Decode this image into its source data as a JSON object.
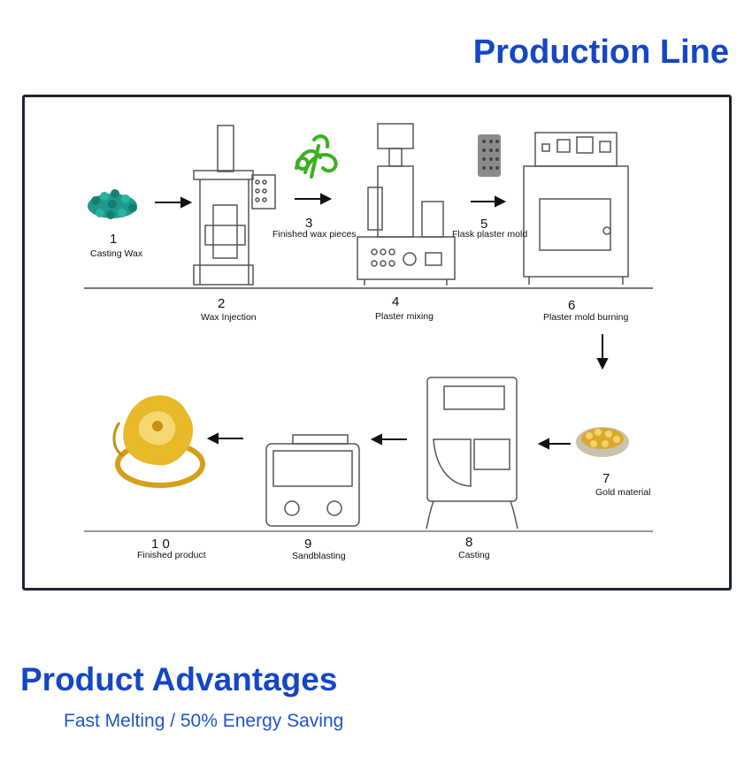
{
  "header": {
    "title": "Production Line"
  },
  "steps": [
    {
      "num": "1",
      "label": "Casting Wax"
    },
    {
      "num": "2",
      "label": "Wax Injection"
    },
    {
      "num": "3",
      "label": "Finished wax pieces"
    },
    {
      "num": "4",
      "label": "Plaster mixing"
    },
    {
      "num": "5",
      "label": "Flask plaster mold"
    },
    {
      "num": "6",
      "label": "Plaster mold burning"
    },
    {
      "num": "7",
      "label": "Gold material"
    },
    {
      "num": "8",
      "label": "Casting"
    },
    {
      "num": "9",
      "label": "Sandblasting"
    },
    {
      "num": "1 0",
      "label": "Finished product"
    }
  ],
  "advantages": {
    "title": "Product Advantages",
    "subtitle": "Fast Melting / 50% Energy Saving"
  },
  "colors": {
    "accent": "#1447c4",
    "wax": "#1f9a8a",
    "gold": "#d9a92c"
  }
}
